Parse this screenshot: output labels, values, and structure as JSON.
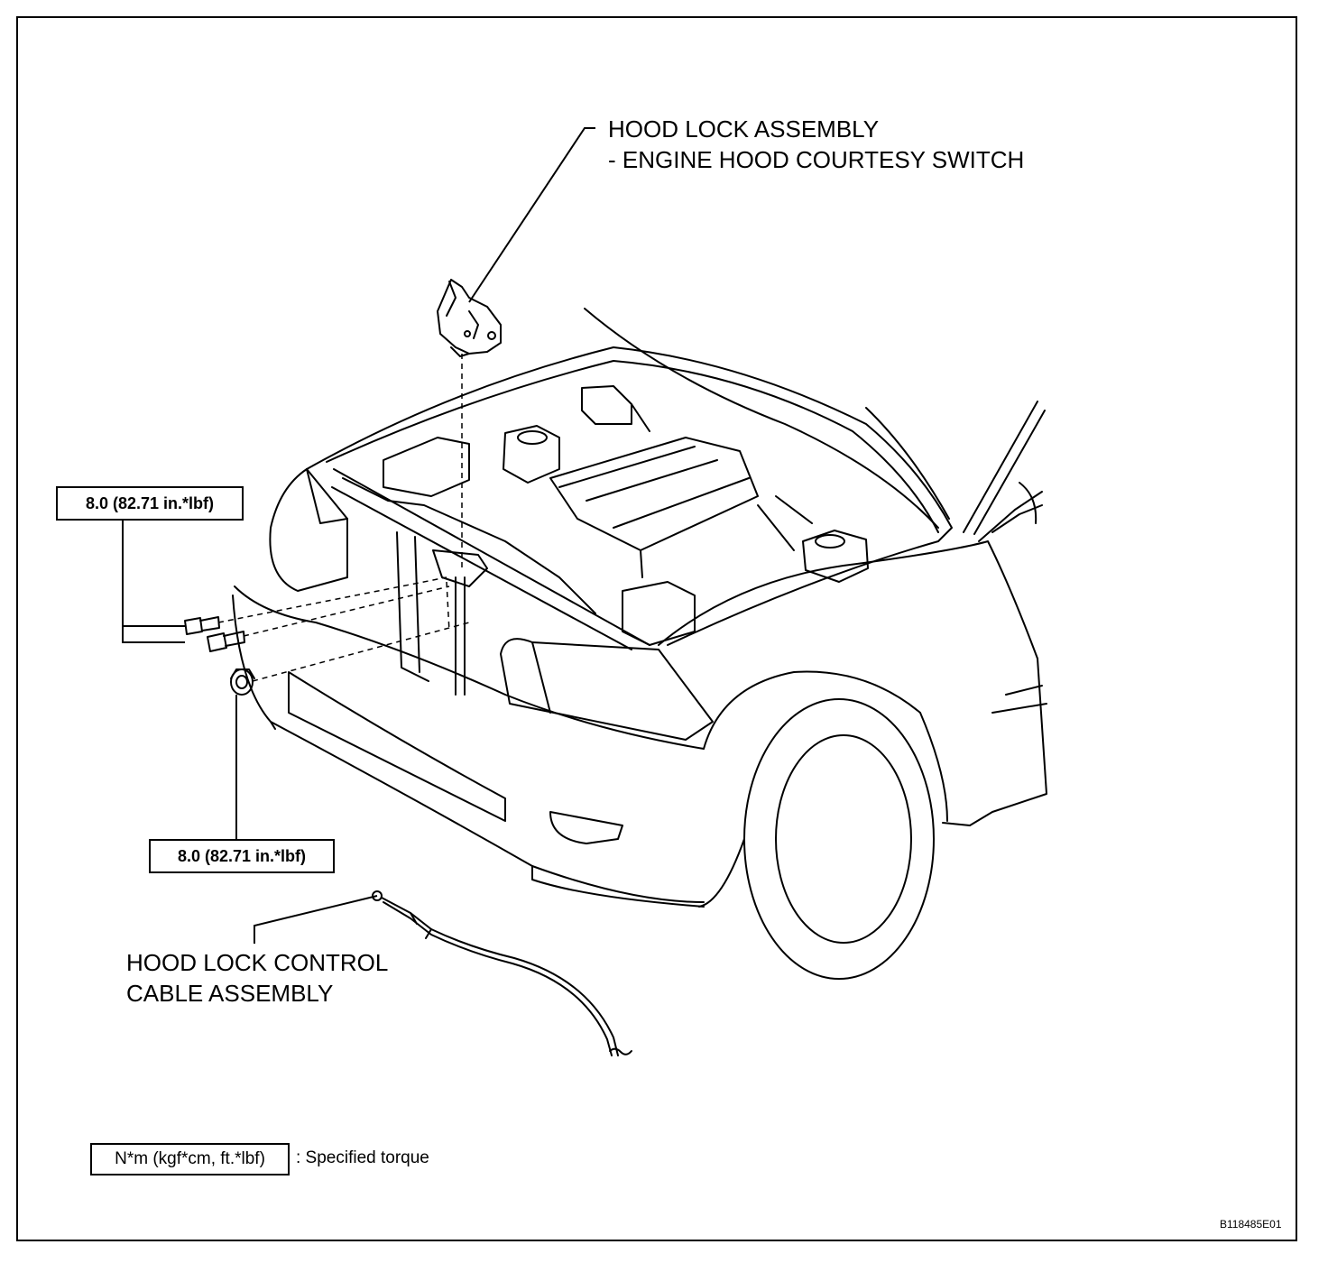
{
  "labels": {
    "hood_lock_line1": "HOOD LOCK ASSEMBLY",
    "hood_lock_line2": "- ENGINE HOOD COURTESY SWITCH",
    "cable_line1": "HOOD LOCK CONTROL",
    "cable_line2": "CABLE ASSEMBLY"
  },
  "torque_specs": [
    {
      "value": "8.0 (82.71 in.*lbf)"
    },
    {
      "value": "8.0 (82.71 in.*lbf)"
    }
  ],
  "legend": {
    "unit_box": "N*m (kgf*cm, ft.*lbf)",
    "description": ": Specified torque"
  },
  "figure_code": "B118485E01"
}
